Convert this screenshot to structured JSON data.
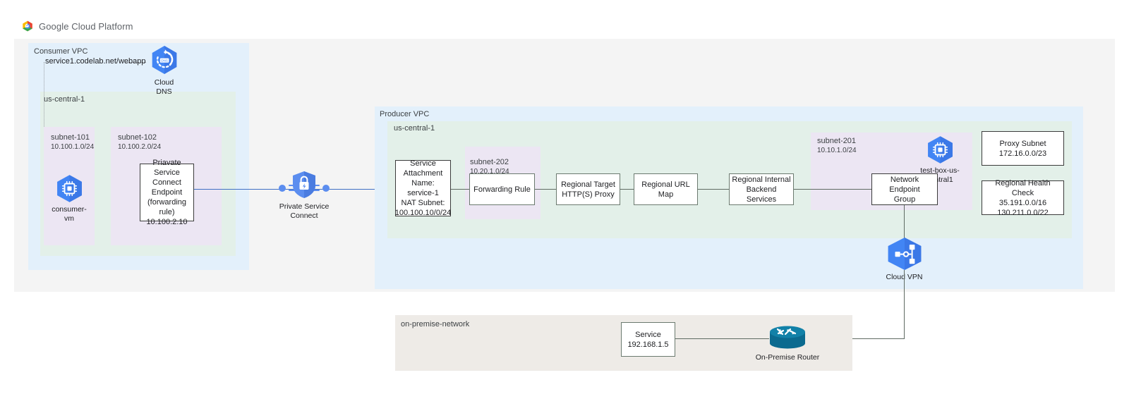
{
  "header": {
    "brand": "Google Cloud Platform",
    "logo_icon": "google-cloud-logo-icon"
  },
  "consumer": {
    "vpc_label": "Consumer VPC",
    "zone_label": "us-central-1",
    "dns_domain": "service1.codelab.net/webapp",
    "cloud_dns": {
      "icon": "cloud-dns-icon",
      "caption": "Cloud\nDNS"
    },
    "subnets": [
      {
        "name": "subnet-101",
        "cidr": "10.100.1.0/24"
      },
      {
        "name": "subnet-102",
        "cidr": "10.100.2.0/24"
      }
    ],
    "vm": {
      "icon": "compute-vm-icon",
      "caption": "consumer-vm"
    },
    "psc_endpoint": {
      "line1": "Priavate Service",
      "line2": "Connect Endpoint",
      "line3": "(forwarding rule)",
      "line4": "10.100.2.10"
    }
  },
  "psc_link": {
    "icon": "private-service-connect-icon",
    "caption": "Private Service Connect"
  },
  "producer": {
    "vpc_label": "Producer VPC",
    "zone_label": "us-central-1",
    "service_attachment": {
      "line1": "Service",
      "line2": "Attachment",
      "line3": "Name: service-1",
      "line4": "NAT Subnet:",
      "line5": "100.100.10/0/24"
    },
    "subnet_202": {
      "name": "subnet-202",
      "cidr": "10.20.1.0/24"
    },
    "forwarding_rule": "Forwarding Rule",
    "target_proxy": {
      "line1": "Regional Target",
      "line2": "HTTP(S) Proxy"
    },
    "url_map": "Regional URL Map",
    "backend_services": {
      "line1": "Regional Internal",
      "line2": "Backend Services"
    },
    "subnet_201": {
      "name": "subnet-201",
      "cidr": "10.10.1.0/24"
    },
    "test_box": {
      "icon": "compute-vm-icon",
      "caption": "test-box-us-central1"
    },
    "neg": {
      "line1": "Network Endpoint",
      "line2": "Group"
    },
    "proxy_subnet": {
      "line1": "Proxy Subnet",
      "line2": "172.16.0.0/23"
    },
    "health_check": {
      "line1": "Regional Health Check",
      "line2": "35.191.0.0/16",
      "line3": "130.211.0.0/22"
    },
    "cloud_vpn": {
      "icon": "cloud-vpn-icon",
      "caption": "Cloud VPN"
    }
  },
  "onprem": {
    "label": "on-premise-network",
    "service": {
      "line1": "Service",
      "line2": "192.168.1.5"
    },
    "router": {
      "icon": "on-premise-router-icon",
      "caption": "On-Premise Router"
    }
  },
  "colors": {
    "vpc_blue": "#e3f0fb",
    "zone_green": "#e3f0e9",
    "subnet_purple": "#ece6f3",
    "outer_gray": "#f4f4f4",
    "onprem_gray": "#eeebe7",
    "gcp_blue": "#4285f4",
    "wire_blue": "#3f6fc4",
    "router_teal": "#0b6a8f"
  }
}
